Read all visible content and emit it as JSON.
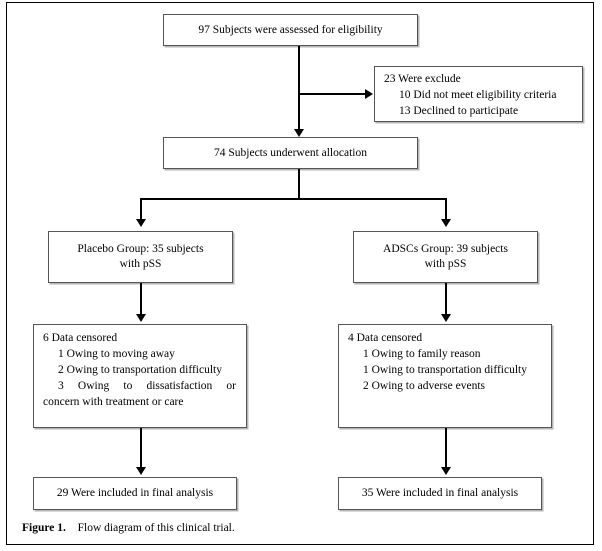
{
  "figure": {
    "caption_label": "Figure 1.",
    "caption_text": "Flow diagram of this clinical trial."
  },
  "nodes": {
    "enrollment": {
      "text": "97 Subjects were assessed for eligibility"
    },
    "excluded": {
      "title": "23 Were exclude",
      "items": [
        "10 Did not meet eligibility criteria",
        "13 Declined to participate"
      ]
    },
    "allocation": {
      "text": "74 Subjects underwent allocation"
    },
    "placebo_group": {
      "line1": "Placebo Group: 35 subjects",
      "line2": "with pSS"
    },
    "adscs_group": {
      "line1": "ADSCs Group: 39 subjects",
      "line2": "with pSS"
    },
    "placebo_censored": {
      "title": "6 Data censored",
      "items": [
        "1 Owing to moving away",
        "2 Owing to transportation difficulty"
      ],
      "item3_line1": "3 Owing to dissatisfaction or",
      "item3_line2": "concern with treatment or care"
    },
    "adscs_censored": {
      "title": "4 Data censored",
      "items": [
        "1 Owing to family reason",
        "1 Owing to transportation difficulty",
        "2 Owing to adverse events"
      ]
    },
    "placebo_final": {
      "text": "29 Were included in final analysis"
    },
    "adscs_final": {
      "text": "35 Were included in final analysis"
    }
  },
  "chart_data": {
    "type": "diagram",
    "title": "Flow diagram of this clinical trial",
    "diagram_kind": "CONSORT participant flow",
    "nodes": [
      {
        "id": "enrollment",
        "label": "97 Subjects were assessed for eligibility",
        "count": 97
      },
      {
        "id": "excluded",
        "label": "23 Were exclude",
        "count": 23,
        "breakdown": [
          {
            "label": "Did not meet eligibility criteria",
            "count": 10
          },
          {
            "label": "Declined to participate",
            "count": 13
          }
        ]
      },
      {
        "id": "allocation",
        "label": "74 Subjects underwent allocation",
        "count": 74
      },
      {
        "id": "placebo_group",
        "label": "Placebo Group: 35 subjects with pSS",
        "count": 35
      },
      {
        "id": "adscs_group",
        "label": "ADSCs Group: 39 subjects with pSS",
        "count": 39
      },
      {
        "id": "placebo_censored",
        "label": "6 Data censored",
        "count": 6,
        "breakdown": [
          {
            "label": "Owing to moving away",
            "count": 1
          },
          {
            "label": "Owing to transportation difficulty",
            "count": 2
          },
          {
            "label": "Owing to dissatisfaction or concern with treatment or care",
            "count": 3
          }
        ]
      },
      {
        "id": "adscs_censored",
        "label": "4 Data censored",
        "count": 4,
        "breakdown": [
          {
            "label": "Owing to family reason",
            "count": 1
          },
          {
            "label": "Owing to transportation difficulty",
            "count": 1
          },
          {
            "label": "Owing to adverse events",
            "count": 2
          }
        ]
      },
      {
        "id": "placebo_final",
        "label": "29 Were included in final analysis",
        "count": 29
      },
      {
        "id": "adscs_final",
        "label": "35 Were included in final analysis",
        "count": 35
      }
    ],
    "edges": [
      {
        "from": "enrollment",
        "to": "excluded"
      },
      {
        "from": "enrollment",
        "to": "allocation"
      },
      {
        "from": "allocation",
        "to": "placebo_group"
      },
      {
        "from": "allocation",
        "to": "adscs_group"
      },
      {
        "from": "placebo_group",
        "to": "placebo_censored"
      },
      {
        "from": "adscs_group",
        "to": "adscs_censored"
      },
      {
        "from": "placebo_censored",
        "to": "placebo_final"
      },
      {
        "from": "adscs_censored",
        "to": "adscs_final"
      }
    ]
  }
}
